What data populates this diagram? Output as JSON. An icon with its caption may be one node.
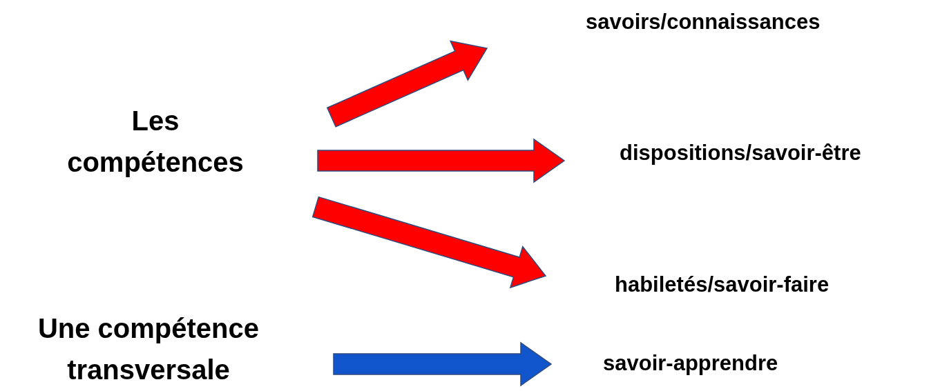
{
  "diagram": {
    "nodes": [
      {
        "text": [
          "Les compétences"
        ]
      },
      {
        "text": [
          "savoirs/connaissances"
        ]
      },
      {
        "text": [
          "dispositions/savoir-être"
        ]
      },
      {
        "text": [
          "habiletés/savoir-faire"
        ]
      },
      {
        "text": [
          "Une compétence transversale"
        ]
      },
      {
        "text": [
          "savoir-apprendre"
        ]
      }
    ],
    "edges": [
      {
        "from": 0,
        "to": 1,
        "arrow": "to"
      },
      {
        "from": 0,
        "to": 2,
        "arrow": "to"
      },
      {
        "from": 0,
        "to": 3,
        "arrow": "to"
      },
      {
        "from": 4,
        "to": 5,
        "arrow": "to",
        "color": "#1155cc"
      }
    ]
  }
}
